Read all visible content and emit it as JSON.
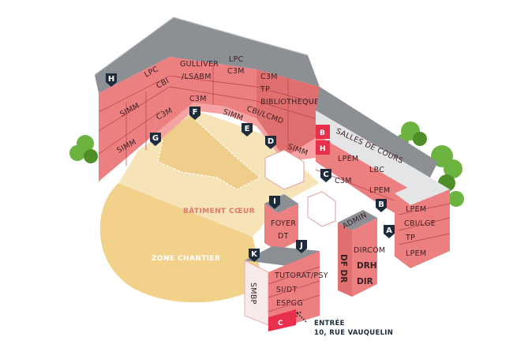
{
  "colors": {
    "wall": "#ec8080",
    "wall_dark": "#e07070",
    "roof": "#8c8f93",
    "roof_light": "#e4e5e7",
    "highlight": "#e8304c",
    "court": "#f6e3b8",
    "court_dark": "#eece8a",
    "chantier": "#f2d28b",
    "badge": "#1e2b3a",
    "tree": "#6db33f",
    "tree_dark": "#4e8f2a"
  },
  "zones": {
    "batiment_coeur": "BÂTIMENT CŒUR",
    "zone_chantier": "ZONE CHANTIER"
  },
  "labels": {
    "lpc_left": "LPC",
    "gulliver": "GULLIVER",
    "lpc_top": "LPC",
    "simm_h1": "SIMM",
    "cbi_1": "CBI",
    "lsabm": "/LSABM",
    "c3m_top": "C3M",
    "c3m_r": "C3M",
    "simm_h2": "SIMM",
    "c3m_left": "C3M",
    "c3m_f": "C3M",
    "tp_r": "TP",
    "bibliotheque": "BIBLIOTHEQUE",
    "simm_e": "SIMM",
    "cbi_lcmd": "CBI/LCMD",
    "simm_d": "SIMM",
    "salles_de_cours": "SALLES DE COURS",
    "b_cell": "B",
    "h_cell": "H",
    "lpem_1": "LPEM",
    "lbc": "LBC",
    "c3m_c": "C3M",
    "lpem_2": "LPEM",
    "lpem_3": "LPEM",
    "cbi_lge": "CBI/LGE",
    "tp_a": "TP",
    "lpem_4": "LPEM",
    "foyer": "FOYER",
    "dt_i": "DT",
    "admin": "ADMIN",
    "df_dr": "DF DR",
    "dircom": "DIRCOM",
    "drh": "DRH",
    "dir": "DIR",
    "smbp": "SMBP",
    "tutorat": "TUTORAT/PSY",
    "si_dt": "SI/DT",
    "espgg": "ESPGG",
    "c_cell": "C"
  },
  "badges": [
    "H",
    "G",
    "F",
    "E",
    "D",
    "C",
    "B",
    "A",
    "I",
    "J",
    "K"
  ],
  "entree": {
    "line1": "ENTRÉE",
    "line2": "10, RUE VAUQUELIN"
  }
}
